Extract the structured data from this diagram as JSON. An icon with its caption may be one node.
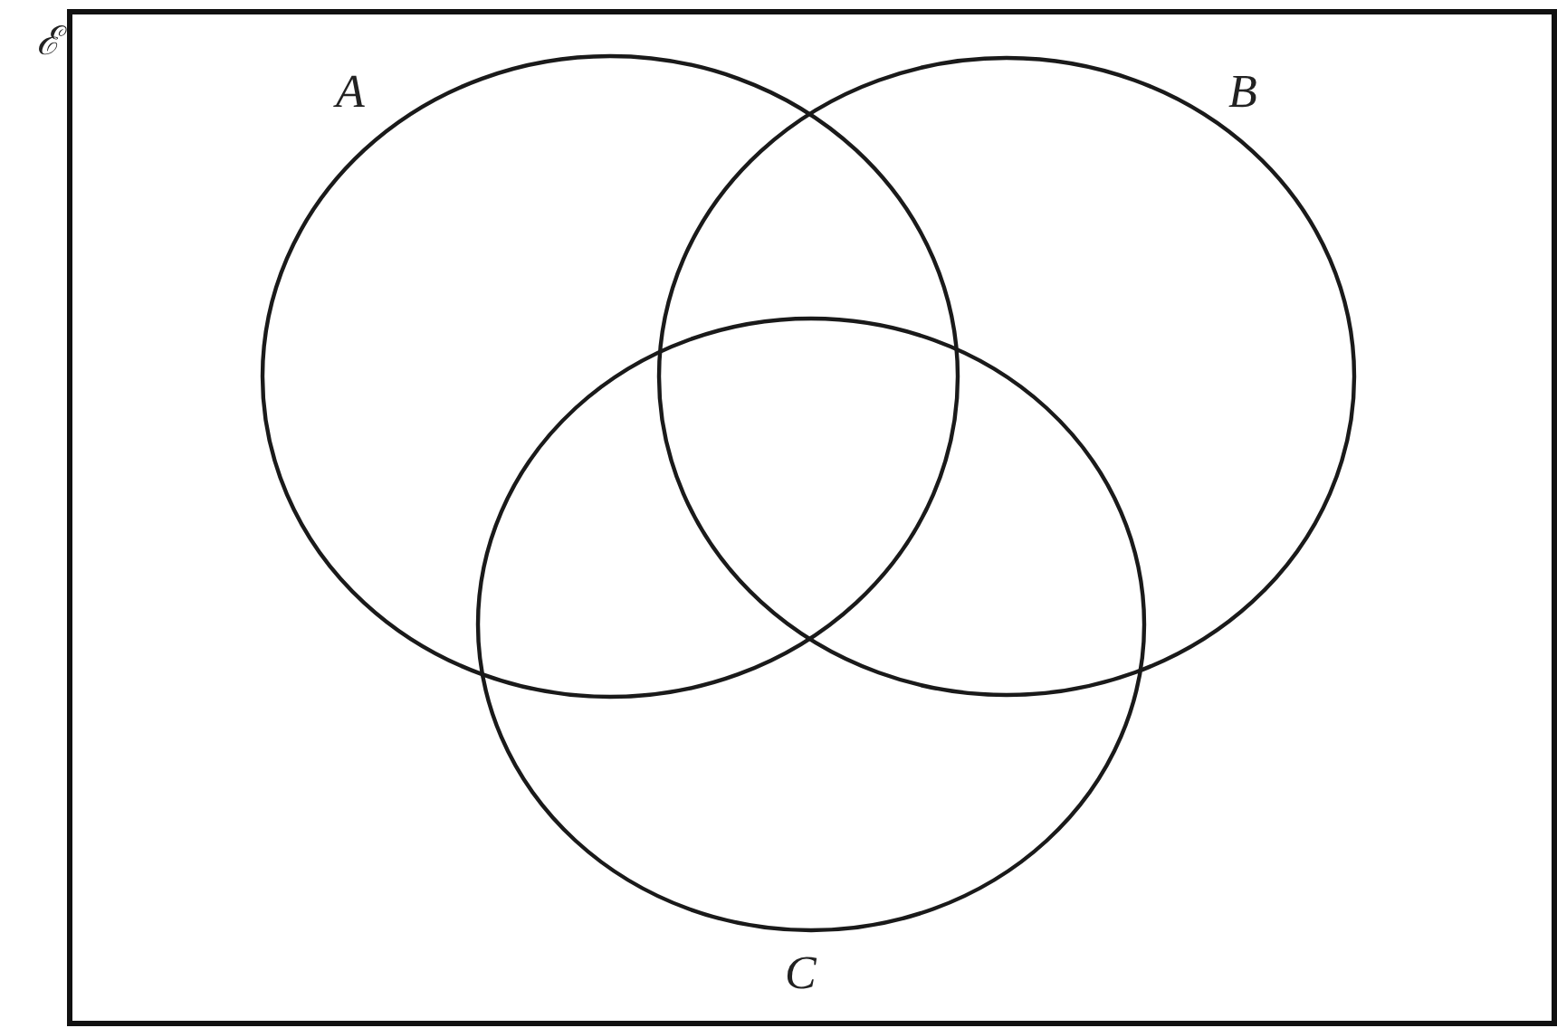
{
  "diagram": {
    "nodes": [
      {
        "text": [
          "ℰ"
        ]
      },
      {
        "text": [
          "A"
        ],
        "in": 0
      },
      {
        "text": [
          "B"
        ],
        "in": 0
      },
      {
        "text": [
          "C"
        ],
        "in": 0
      }
    ]
  }
}
